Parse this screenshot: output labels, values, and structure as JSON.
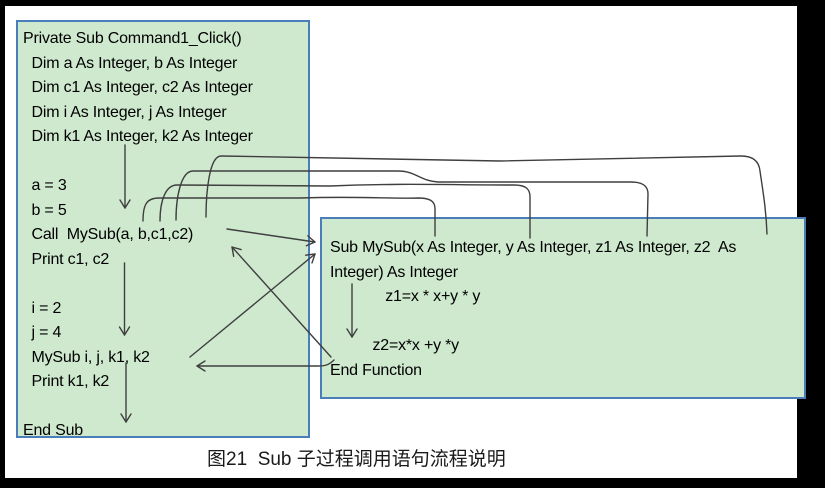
{
  "figure": {
    "caption": "图21  Sub 子过程调用语句流程说明",
    "caller_box": {
      "lines": [
        "Private Sub Command1_Click()",
        "  Dim a As Integer, b As Integer",
        "  Dim c1 As Integer, c2 As Integer",
        "  Dim i As Integer, j As Integer",
        "  Dim k1 As Integer, k2 As Integer",
        "",
        "  a = 3",
        "  b = 5",
        "  Call  MySub(a, b,c1,c2)",
        "  Print c1, c2",
        "",
        "  i = 2",
        "  j = 4",
        "  MySub i, j, k1, k2",
        "  Print k1, k2",
        "",
        "End Sub"
      ]
    },
    "callee_box": {
      "lines": [
        "Sub MySub(x As Integer, y As Integer, z1 As Integer, z2  As",
        "Integer) As Integer",
        "             z1=x * x+y * y",
        "",
        "          z2=x*x +y *y",
        "End Function"
      ]
    },
    "connectors": [
      "param-pass a to x",
      "param-pass b to y",
      "param-pass c1 to z1",
      "param-pass c2 to z2",
      "call arrow: Call MySub to Sub MySub",
      "return arrow: End Function to after Call",
      "call arrow: MySub i,j,k1,k2 to Sub MySub",
      "return arrow: End Function to after MySub call",
      "flow arrow: Dim block to Call line",
      "flow arrow: Print c1,c2 to MySub call",
      "flow arrow: Print k1,k2 to End Sub",
      "flow arrow: z1 statement to z2 statement"
    ],
    "colors": {
      "frame": "#000000",
      "background": "#ffffff",
      "box_fill": "#cfe9cf",
      "box_border": "#4a7ebb",
      "connector_line": "#3f3f3f",
      "text": "#000000"
    }
  }
}
